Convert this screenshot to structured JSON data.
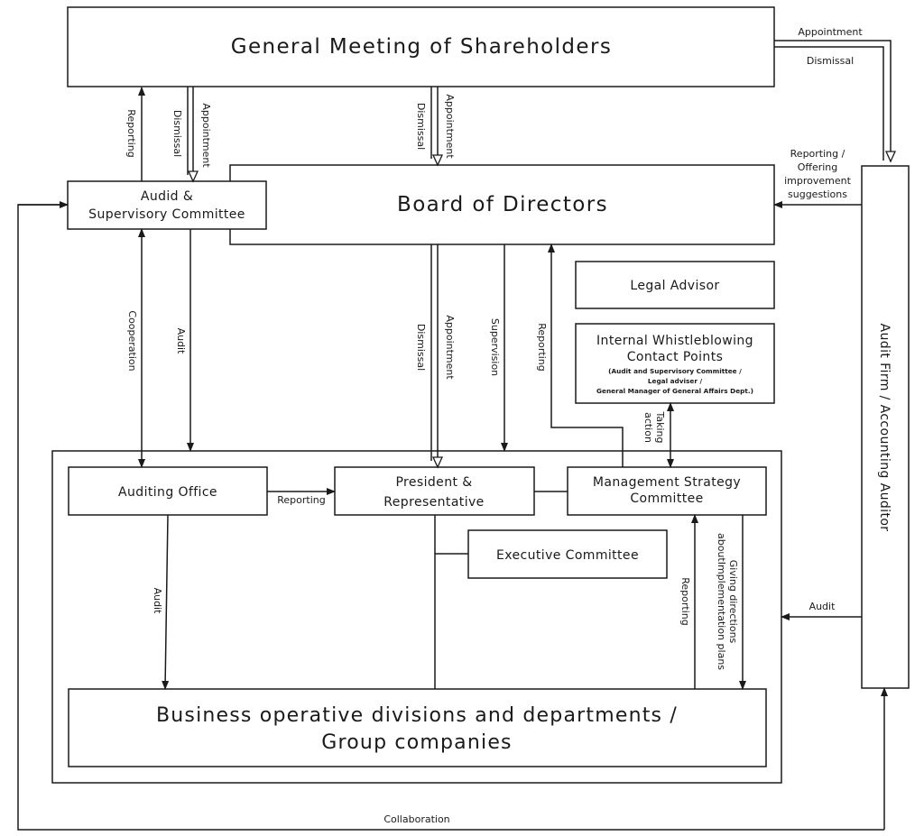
{
  "boxes": {
    "general_meeting": "General Meeting of Shareholders",
    "board": "Board of Directors",
    "audit_committee_1": "Audid &",
    "audit_committee_2": "Supervisory Committee",
    "legal_advisor": "Legal Advisor",
    "whistle_1": "Internal Whistleblowing",
    "whistle_2": "Contact Points",
    "whistle_3": "(Audit and Supervisory Committee /",
    "whistle_4": "Legal adviser /",
    "whistle_5": "General Manager of General Affairs Dept.)",
    "auditing_office": "Auditing Office",
    "president_1": "President &",
    "president_2": "Representative",
    "msc_1": "Management Strategy",
    "msc_2": "Committee",
    "executive": "Executive Committee",
    "business_1": "Business operative divisions and departments /",
    "business_2": "Group companies",
    "audit_firm": "Audit Firm / Accounting Auditor"
  },
  "labels": {
    "appointment": "Appointment",
    "dismissal": "Dismissal",
    "reporting": "Reporting",
    "cooperation": "Cooperation",
    "audit": "Audit",
    "supervision": "Supervision",
    "taking_action_1": "Taking",
    "taking_action_2": "action",
    "reporting_offer_1": "Reporting /",
    "reporting_offer_2": "Offering",
    "reporting_offer_3": "improvement",
    "reporting_offer_4": "suggestions",
    "giving_1": "Giving directions",
    "giving_2": "aboutImplementation plans",
    "collaboration": "Collaboration"
  }
}
